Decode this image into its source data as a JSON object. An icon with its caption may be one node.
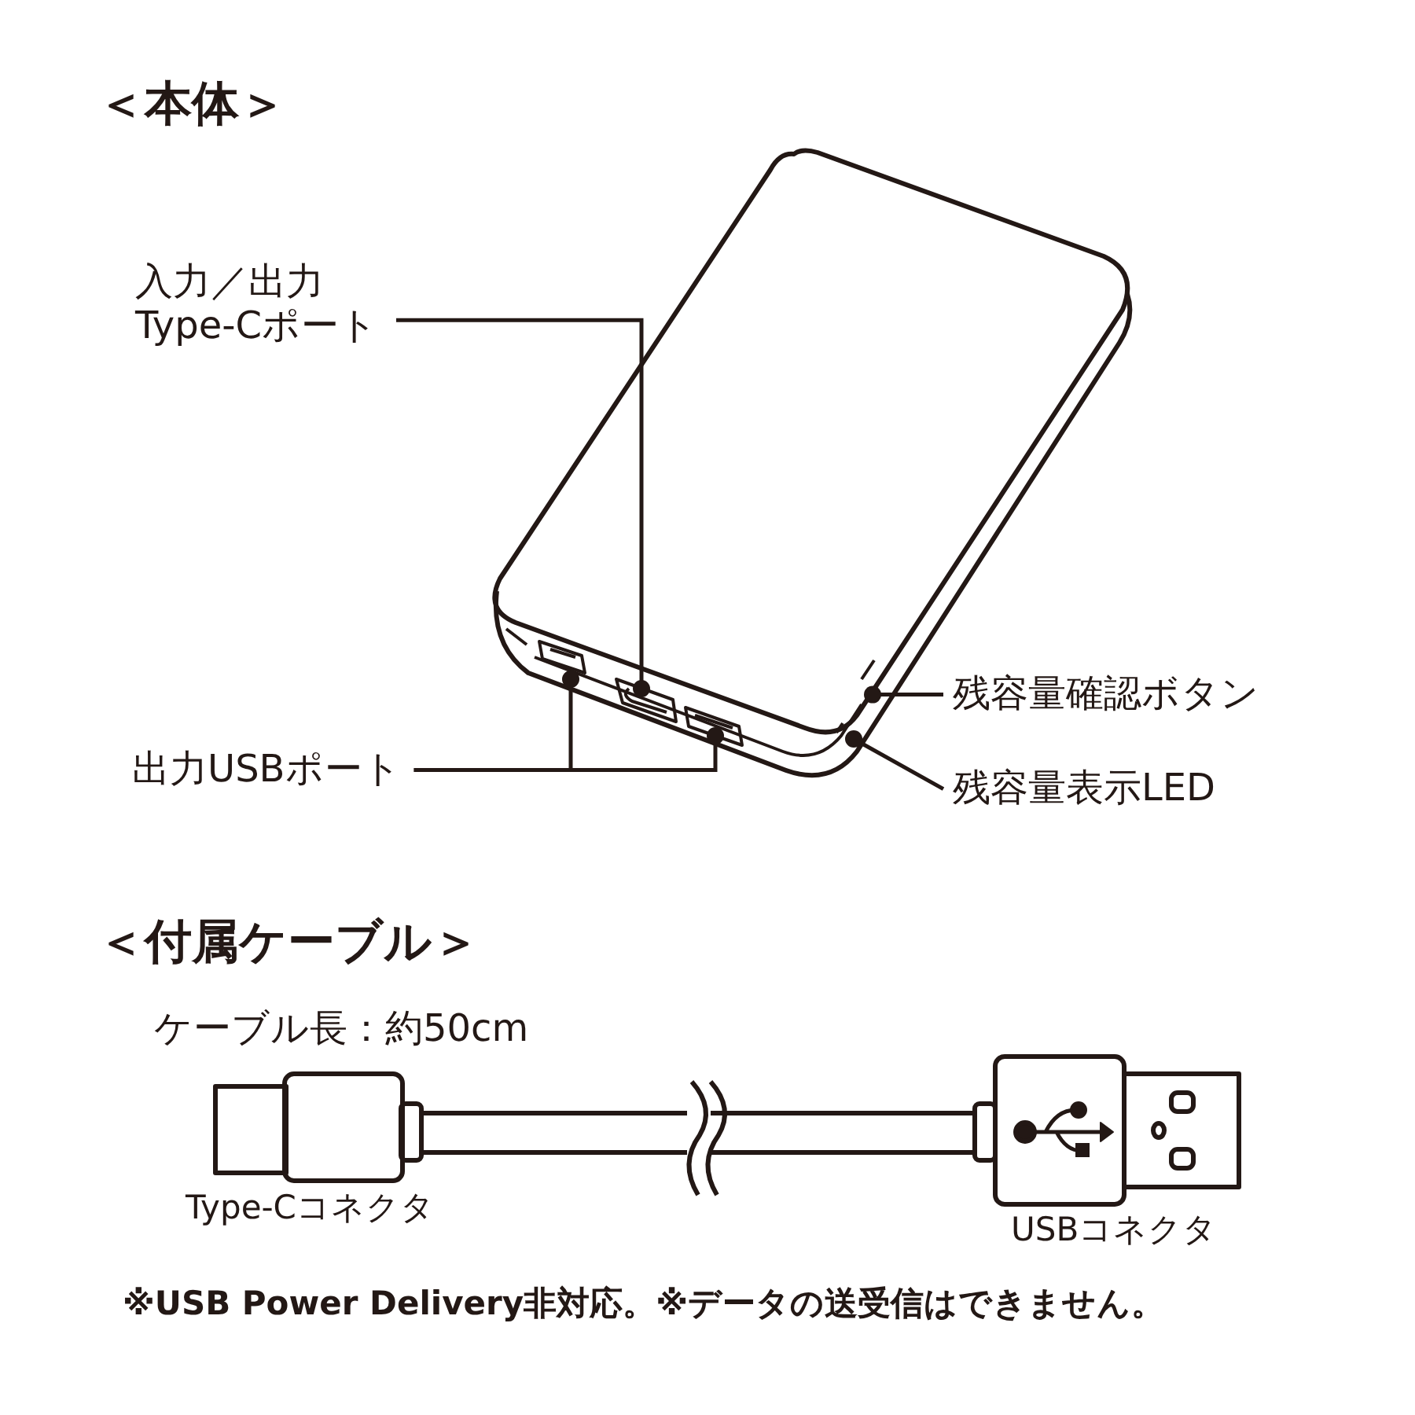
{
  "diagram": {
    "nodes": [
      {
        "text": [
          "入力／出力Type-Cポート"
        ]
      },
      {
        "text": [
          "残容量確認ボタン"
        ]
      },
      {
        "text": [
          "出力USBポート"
        ]
      },
      {
        "text": [
          "残容量表示LED"
        ]
      }
    ],
    "edges": [
      {
        "from": 0,
        "to": null,
        "arrow": "other"
      },
      {
        "from": 1,
        "to": null,
        "arrow": "other"
      },
      {
        "from": 2,
        "to": null,
        "arrow": "other"
      },
      {
        "from": 2,
        "to": null,
        "arrow": "other"
      },
      {
        "from": 3,
        "to": null,
        "arrow": "other"
      }
    ],
    "labels": [
      "＜本体＞",
      "＜付属ケーブル＞",
      "ケーブル長：約50cm",
      "Type-Cコネクタ",
      "USBコネクタ",
      "※USB Power Delivery非対応。※データの送受信はできません。"
    ]
  }
}
